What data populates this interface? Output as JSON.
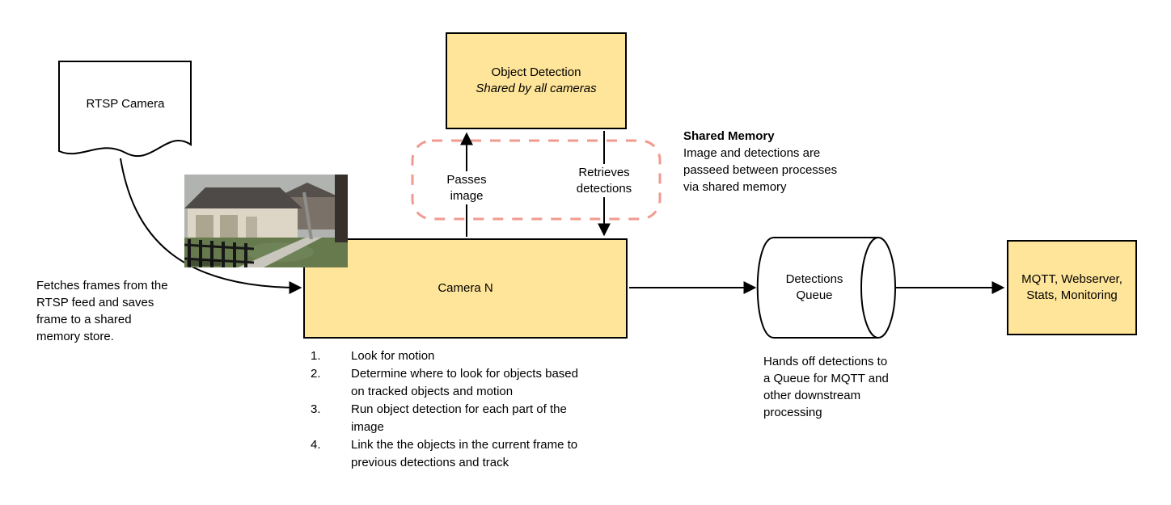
{
  "colors": {
    "node_fill": "#ffe599",
    "node_border": "#000000",
    "shared_memory_frame": "#f19a8f",
    "arrow": "#000000"
  },
  "nodes": {
    "rtsp_camera": "RTSP Camera",
    "object_detection_title": "Object Detection",
    "object_detection_subtitle": "Shared by all cameras",
    "camera_n": "Camera N",
    "detections_queue": "Detections Queue",
    "mqtt": "MQTT, Webserver, Stats, Monitoring"
  },
  "edges": {
    "passes_image": "Passes image",
    "retrieves_detections": "Retrieves detections"
  },
  "notes": {
    "shared_memory_title": "Shared Memory",
    "shared_memory_body": "Image and detections are passeed between processes via shared memory",
    "fetch": "Fetches frames from the RTSP feed and saves frame to a shared memory store.",
    "queue_handoff": "Hands off detections to a Queue for MQTT and other downstream processing"
  },
  "camera_steps": [
    "Look for motion",
    "Determine where to look for objects based on tracked objects and motion",
    "Run object detection for each part of the image",
    "Link the the objects in the current frame to previous detections and track"
  ]
}
